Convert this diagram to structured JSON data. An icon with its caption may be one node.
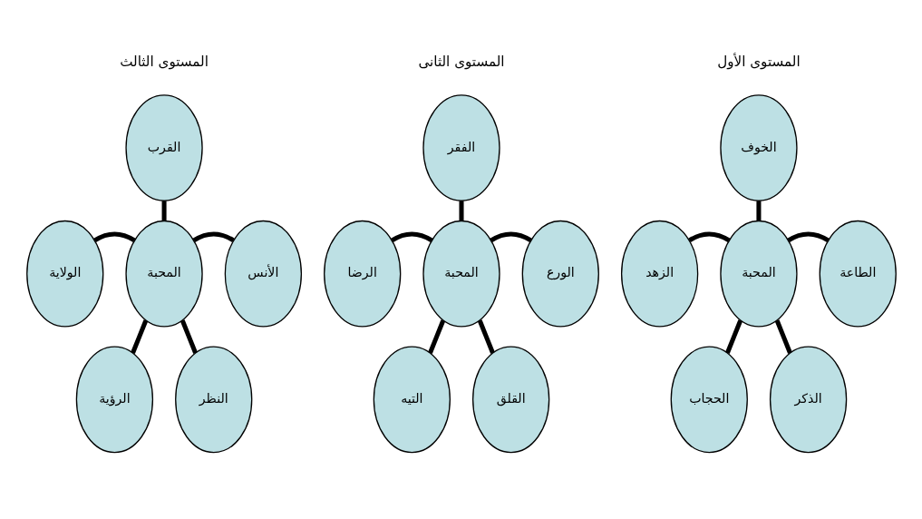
{
  "diagram": {
    "nodes": [
      {
        "text": [
          "الخوف"
        ]
      },
      {
        "text": [
          "الطاعة"
        ]
      },
      {
        "text": [
          "المحبة"
        ]
      },
      {
        "text": [
          "الزهد"
        ]
      },
      {
        "text": [
          "الذكر"
        ]
      },
      {
        "text": [
          "الحجاب"
        ]
      },
      {
        "text": [
          "الفقر"
        ]
      },
      {
        "text": [
          "الورع"
        ]
      },
      {
        "text": [
          "المحبة"
        ]
      },
      {
        "text": [
          "الرضا"
        ]
      },
      {
        "text": [
          "القلق"
        ]
      },
      {
        "text": [
          "التيه"
        ]
      },
      {
        "text": [
          "القرب"
        ]
      },
      {
        "text": [
          "الأنس"
        ]
      },
      {
        "text": [
          "المحبة"
        ]
      },
      {
        "text": [
          "الولاية"
        ]
      },
      {
        "text": [
          "النظر"
        ]
      },
      {
        "text": [
          "الرؤية"
        ]
      }
    ],
    "edges": [
      {
        "from": 0,
        "to": 2,
        "arrow": "none"
      },
      {
        "from": 2,
        "to": 1,
        "arrow": "none"
      },
      {
        "from": 3,
        "to": 2,
        "arrow": "none"
      },
      {
        "from": 2,
        "to": 4,
        "arrow": "none"
      },
      {
        "from": 2,
        "to": 5,
        "arrow": "none"
      },
      {
        "from": 6,
        "to": 8,
        "arrow": "none"
      },
      {
        "from": 8,
        "to": 7,
        "arrow": "none"
      },
      {
        "from": 9,
        "to": 8,
        "arrow": "none"
      },
      {
        "from": 8,
        "to": 10,
        "arrow": "none"
      },
      {
        "from": 8,
        "to": 11,
        "arrow": "none"
      },
      {
        "from": 12,
        "to": 14,
        "arrow": "none"
      },
      {
        "from": 14,
        "to": 13,
        "arrow": "none"
      },
      {
        "from": 15,
        "to": 14,
        "arrow": "none"
      },
      {
        "from": 14,
        "to": 16,
        "arrow": "none"
      },
      {
        "from": 14,
        "to": 17,
        "arrow": "none"
      }
    ],
    "labels": [
      "المستوى الأول",
      "المستوى الثانى",
      "المستوى الثالث"
    ]
  }
}
